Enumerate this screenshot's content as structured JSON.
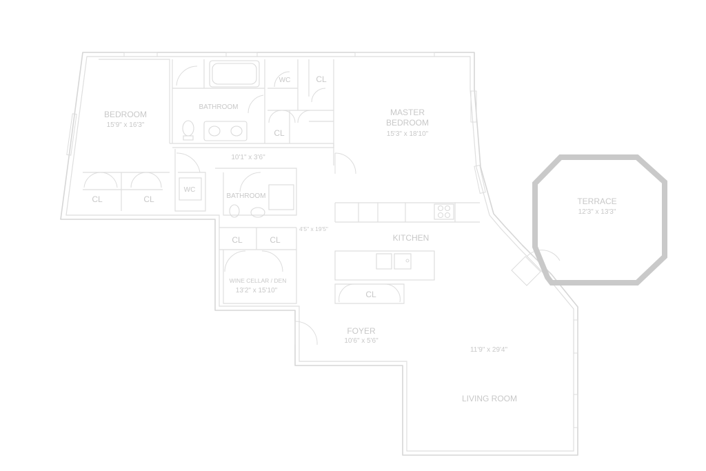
{
  "colors": {
    "wall": "#d6d6d6",
    "terrace_outline": "#c9c9c9",
    "label_text": "#c8c8c8",
    "background": "#ffffff"
  },
  "labels": {
    "bedroom_name": "BEDROOM",
    "bedroom_dims": "15'9\" x 16'3\"",
    "bathroom_top": "BATHROOM",
    "wc_top": "WC",
    "cl_top": "CL",
    "cl_vanity": "CL",
    "master_name_1": "MASTER",
    "master_name_2": "BEDROOM",
    "master_dims": "15'3\" x 18'10\"",
    "hall_dims": "10'1\" x 3'6\"",
    "cl_bedroom_1": "CL",
    "cl_bedroom_2": "CL",
    "wc_mid": "WC",
    "bathroom_mid": "BATHROOM",
    "hall2_dims": "4'5\" x 19'5\"",
    "kitchen": "KITCHEN",
    "cl_wine_1": "CL",
    "cl_wine_2": "CL",
    "wine_name": "WINE CELLAR / DEN",
    "wine_dims": "13'2\" x 15'10\"",
    "cl_island": "CL",
    "foyer_name": "FOYER",
    "foyer_dims": "10'6\" x 5'6\"",
    "living_dims": "11'9\" x 29'4\"",
    "living_name": "LIVING ROOM",
    "terrace_name": "TERRACE",
    "terrace_dims": "12'3\" x 13'3\""
  }
}
